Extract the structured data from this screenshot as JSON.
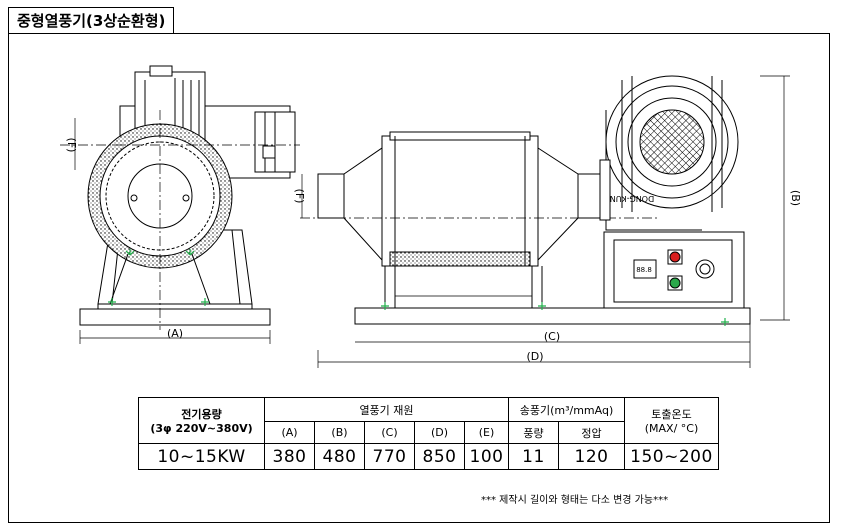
{
  "title": "중형열풍기(3상순환형)",
  "labels": {
    "dim_a": "(A)",
    "dim_b": "(B)",
    "dim_c": "(C)",
    "dim_d": "(D)",
    "dim_f_side": "(F)",
    "dim_f_front": "(F)",
    "nameplate": "DONG-KUN",
    "display": "88.8"
  },
  "table": {
    "power_header": "전기용량",
    "power_sub": "(3φ 220V~380V)",
    "dims_header": "열풍기 재원",
    "dim_cols": [
      "(A)",
      "(B)",
      "(C)",
      "(D)",
      "(E)"
    ],
    "air_header": "송풍기(m³/mmAq)",
    "air_cols": [
      "풍량",
      "정압"
    ],
    "temp_header": "토출온도",
    "temp_sub": "(MAX/ °C)",
    "row": {
      "power": "10~15KW",
      "a": "380",
      "b": "480",
      "c": "770",
      "d": "850",
      "e": "100",
      "flow": "11",
      "pressure": "120",
      "temp": "150~200"
    }
  },
  "note": "*** 제작시 길이와 형태는 다소 변경 가능***",
  "colors": {
    "line": "#000000",
    "mark": "#22b14c",
    "lamp_red": "#d81e1e",
    "lamp_green": "#2aa84a"
  }
}
